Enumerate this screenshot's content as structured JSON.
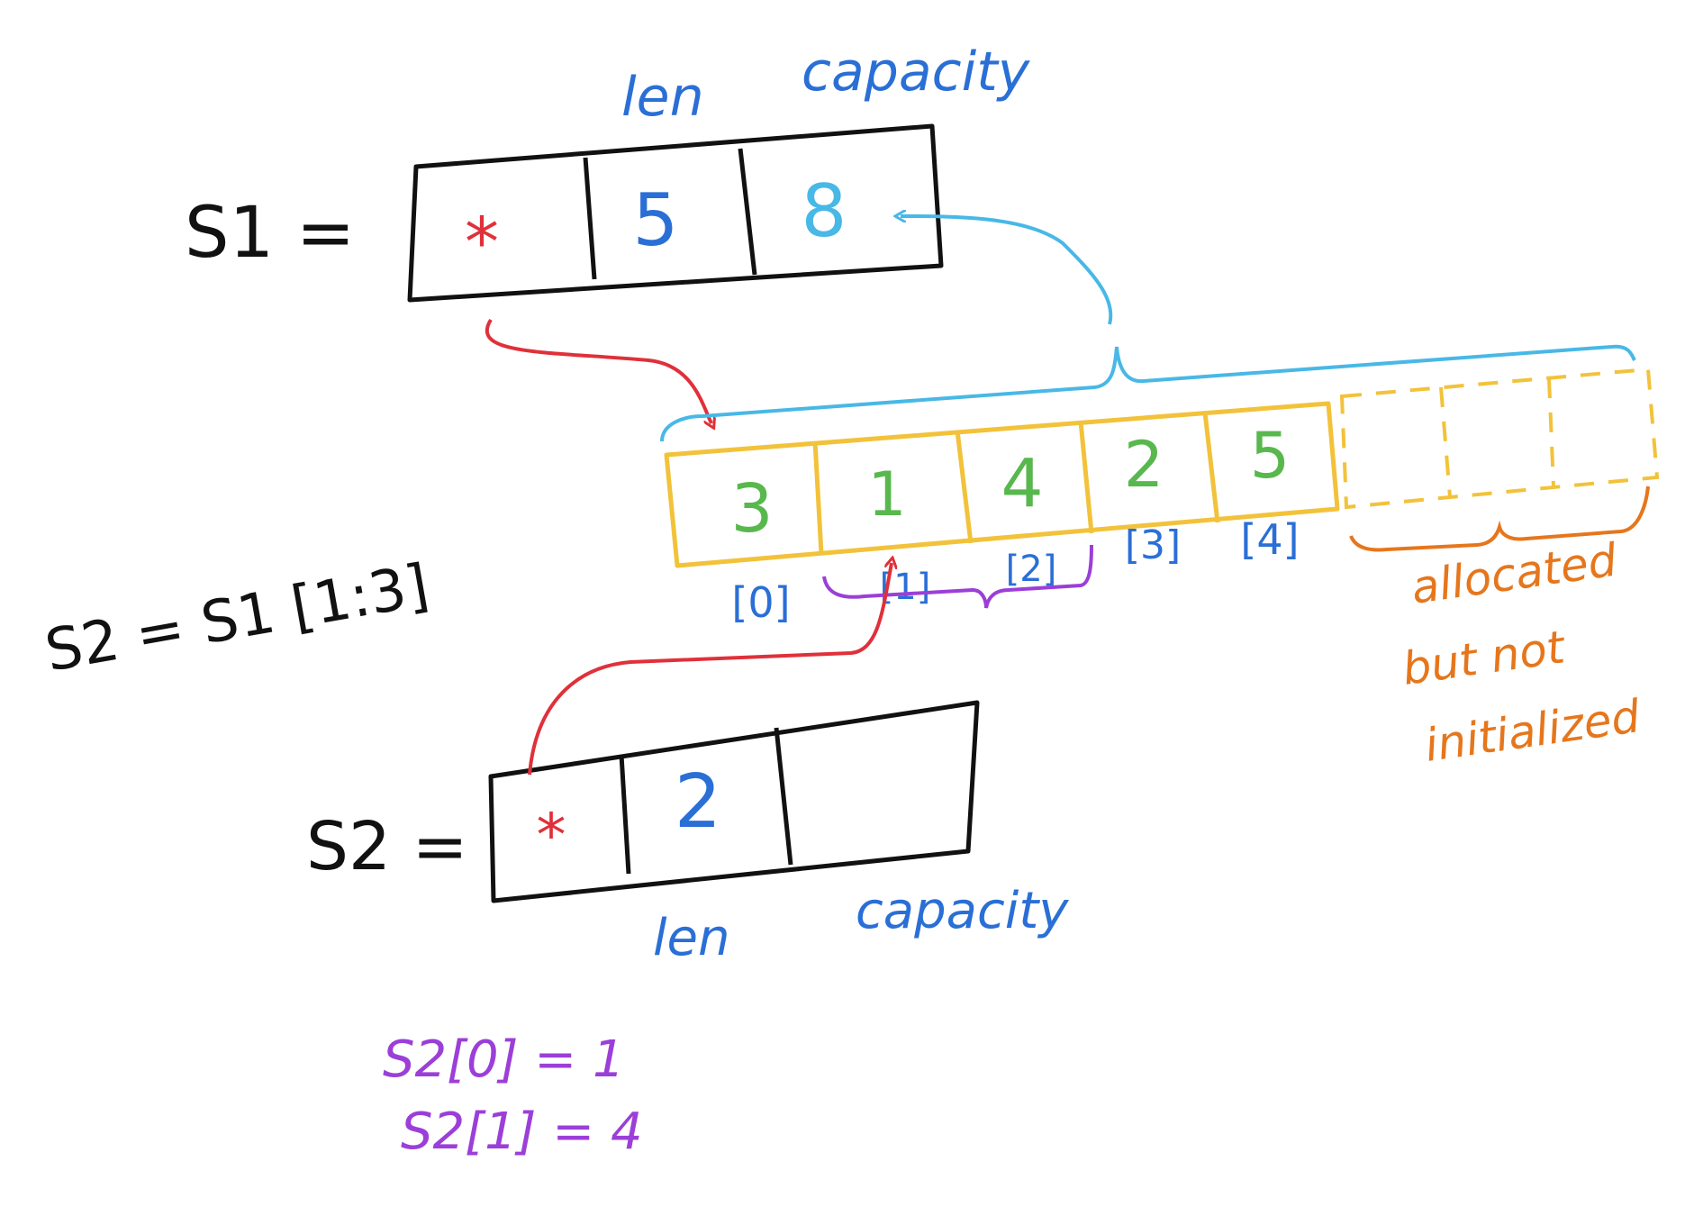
{
  "colors": {
    "ink": "#111111",
    "blue": "#2a6fd6",
    "cyan": "#48b8e6",
    "red": "#e0303a",
    "green": "#58b84e",
    "yellow": "#f2c23a",
    "orange": "#e6761c",
    "purple": "#9b3fd8"
  },
  "s1": {
    "label": "S1 =",
    "pointer": "*",
    "len": "5",
    "capacity": "8",
    "len_caption": "len",
    "capacity_caption": "capacity"
  },
  "slice_expr": "S2 = S1 [1:3]",
  "array": {
    "values": [
      "3",
      "1",
      "4",
      "2",
      "5"
    ],
    "indices": [
      "[0]",
      "[1]",
      "[2]",
      "[3]",
      "[4]"
    ],
    "unallocated_note": [
      "allocated",
      "but not",
      "initialized"
    ]
  },
  "s2": {
    "label": "S2 =",
    "pointer": "*",
    "len": "2",
    "capacity": "",
    "len_caption": "len",
    "capacity_caption": "capacity"
  },
  "notes": [
    "S2[0] = 1",
    "S2[1] = 4"
  ],
  "icons": [
    "pointer-arrow",
    "capacity-brace",
    "length-brace"
  ]
}
